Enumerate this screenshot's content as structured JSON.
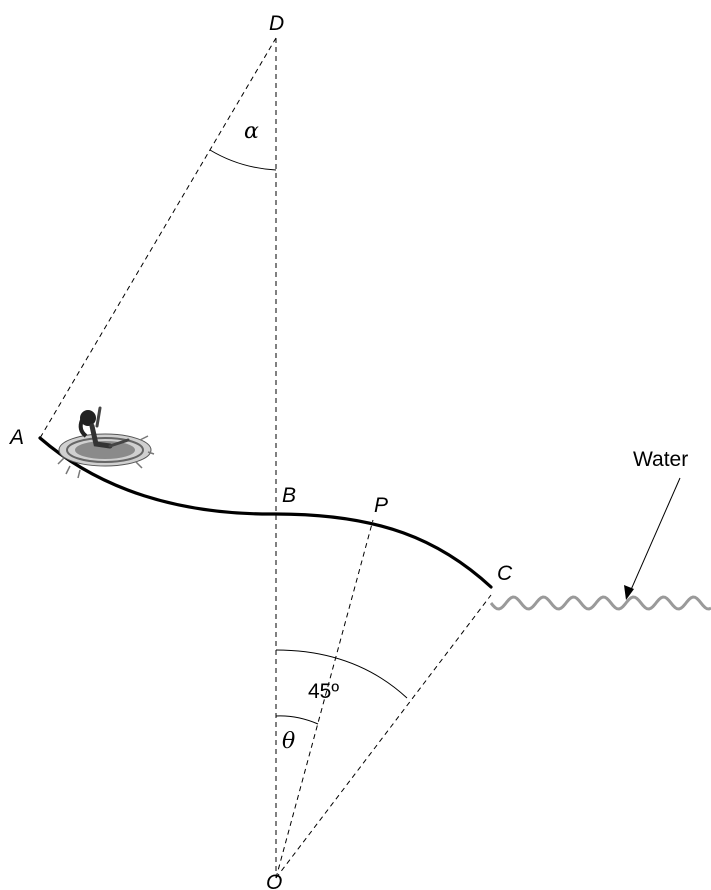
{
  "points": {
    "A": "A",
    "B": "B",
    "C": "C",
    "D": "D",
    "O": "O",
    "P": "P"
  },
  "angles": {
    "alpha": "α",
    "theta": "θ",
    "sector": "45º"
  },
  "water_label": "Water",
  "colors": {
    "line": "#000000",
    "water": "#9a9a9a",
    "background": "#ffffff"
  },
  "icons": {
    "rider": "person-on-tube-icon"
  }
}
